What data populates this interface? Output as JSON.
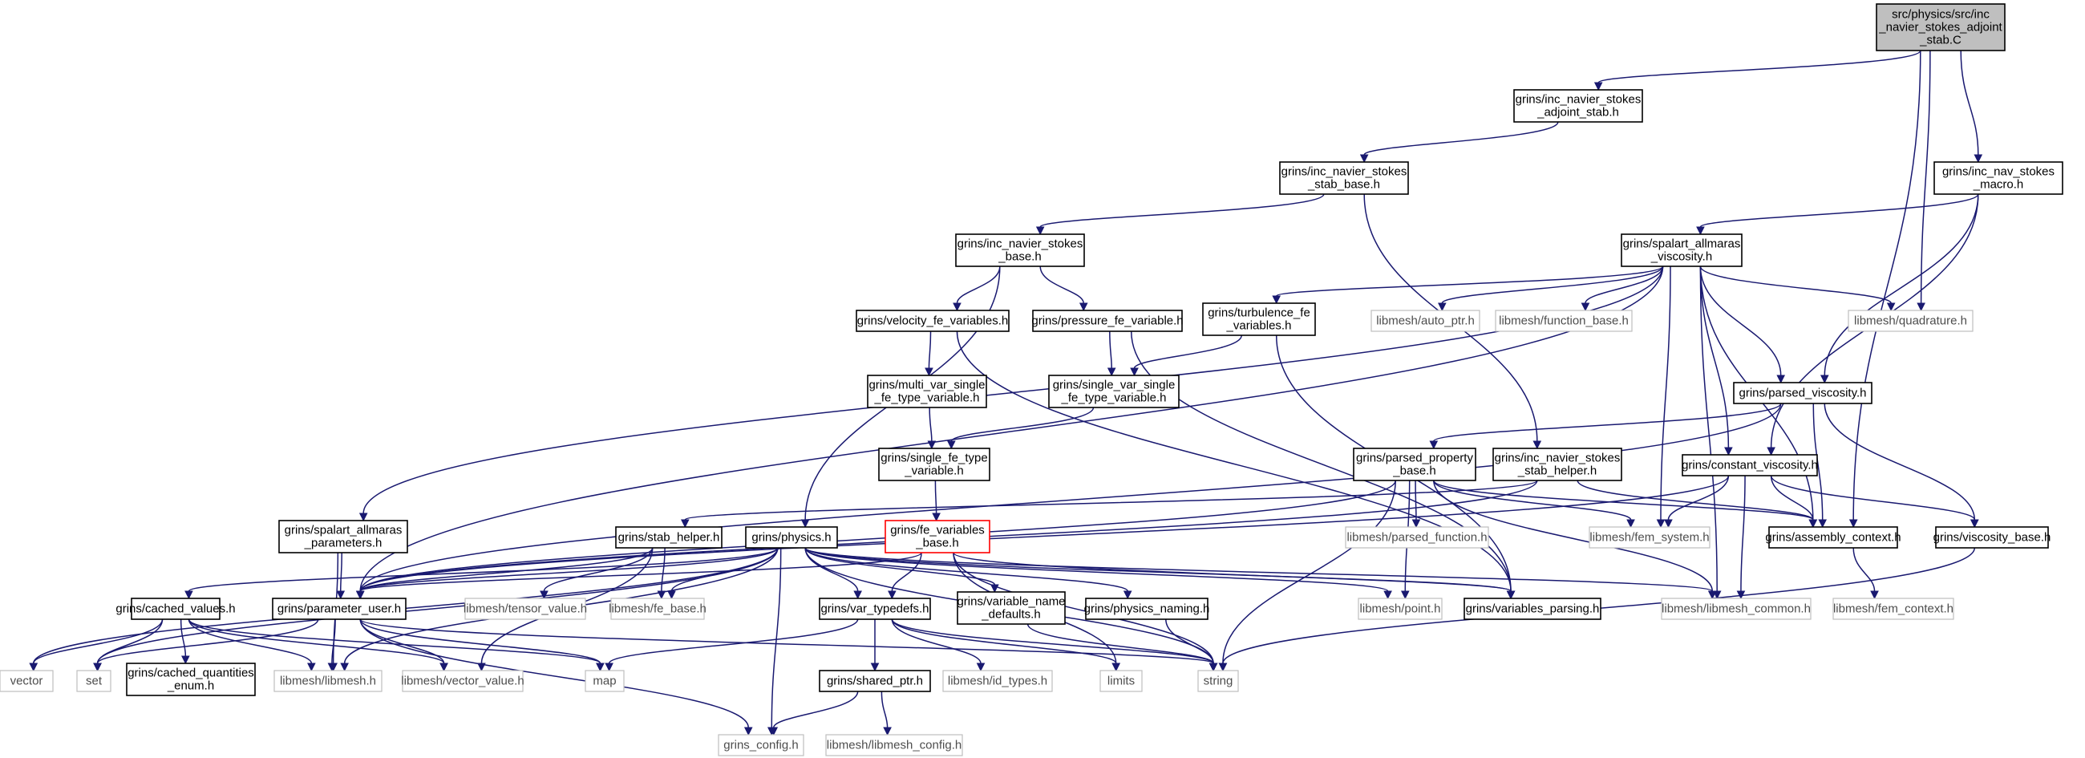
{
  "graph": {
    "nodes": [
      {
        "id": "root",
        "lines": [
          "src/physics/src/inc",
          "_navier_stokes_adjoint",
          "_stab.C"
        ],
        "kind": "root"
      },
      {
        "id": "adj",
        "lines": [
          "grins/inc_navier_stokes",
          "_adjoint_stab.h"
        ],
        "kind": "doc"
      },
      {
        "id": "stabbase",
        "lines": [
          "grins/inc_navier_stokes",
          "_stab_base.h"
        ],
        "kind": "doc"
      },
      {
        "id": "macro",
        "lines": [
          "grins/inc_nav_stokes",
          "_macro.h"
        ],
        "kind": "doc"
      },
      {
        "id": "nsbase",
        "lines": [
          "grins/inc_navier_stokes",
          "_base.h"
        ],
        "kind": "doc"
      },
      {
        "id": "savisc",
        "lines": [
          "grins/spalart_allmaras",
          "_viscosity.h"
        ],
        "kind": "doc"
      },
      {
        "id": "velfe",
        "lines": [
          "grins/velocity_fe_variables.h"
        ],
        "kind": "doc"
      },
      {
        "id": "presfe",
        "lines": [
          "grins/pressure_fe_variable.h"
        ],
        "kind": "doc"
      },
      {
        "id": "turbfe",
        "lines": [
          "grins/turbulence_fe",
          "_variables.h"
        ],
        "kind": "doc"
      },
      {
        "id": "autoptr",
        "lines": [
          "libmesh/auto_ptr.h"
        ],
        "kind": "ext"
      },
      {
        "id": "funcbase",
        "lines": [
          "libmesh/function_base.h"
        ],
        "kind": "ext"
      },
      {
        "id": "quad",
        "lines": [
          "libmesh/quadrature.h"
        ],
        "kind": "ext"
      },
      {
        "id": "multivar",
        "lines": [
          "grins/multi_var_single",
          "_fe_type_variable.h"
        ],
        "kind": "doc"
      },
      {
        "id": "singlevar",
        "lines": [
          "grins/single_var_single",
          "_fe_type_variable.h"
        ],
        "kind": "doc"
      },
      {
        "id": "parsedvisc",
        "lines": [
          "grins/parsed_viscosity.h"
        ],
        "kind": "doc"
      },
      {
        "id": "singlefe",
        "lines": [
          "grins/single_fe_type",
          "_variable.h"
        ],
        "kind": "doc"
      },
      {
        "id": "parsedprop",
        "lines": [
          "grins/parsed_property",
          "_base.h"
        ],
        "kind": "doc"
      },
      {
        "id": "stabhelper",
        "lines": [
          "grins/inc_navier_stokes",
          "_stab_helper.h"
        ],
        "kind": "doc"
      },
      {
        "id": "constvisc",
        "lines": [
          "grins/constant_viscosity.h"
        ],
        "kind": "doc"
      },
      {
        "id": "saparams",
        "lines": [
          "grins/spalart_allmaras",
          "_parameters.h"
        ],
        "kind": "doc"
      },
      {
        "id": "stabhelp2",
        "lines": [
          "grins/stab_helper.h"
        ],
        "kind": "doc"
      },
      {
        "id": "physics",
        "lines": [
          "grins/physics.h"
        ],
        "kind": "doc"
      },
      {
        "id": "fevarbase",
        "lines": [
          "grins/fe_variables",
          "_base.h"
        ],
        "kind": "warn"
      },
      {
        "id": "parsedfunc",
        "lines": [
          "libmesh/parsed_function.h"
        ],
        "kind": "ext"
      },
      {
        "id": "femsys",
        "lines": [
          "libmesh/fem_system.h"
        ],
        "kind": "ext"
      },
      {
        "id": "asmctx",
        "lines": [
          "grins/assembly_context.h"
        ],
        "kind": "doc"
      },
      {
        "id": "viscbase",
        "lines": [
          "grins/viscosity_base.h"
        ],
        "kind": "doc"
      },
      {
        "id": "cached",
        "lines": [
          "grins/cached_values.h"
        ],
        "kind": "doc"
      },
      {
        "id": "paramuser",
        "lines": [
          "grins/parameter_user.h"
        ],
        "kind": "doc"
      },
      {
        "id": "tensor",
        "lines": [
          "libmesh/tensor_value.h"
        ],
        "kind": "ext"
      },
      {
        "id": "febase",
        "lines": [
          "libmesh/fe_base.h"
        ],
        "kind": "ext"
      },
      {
        "id": "vartypedefs",
        "lines": [
          "grins/var_typedefs.h"
        ],
        "kind": "doc"
      },
      {
        "id": "varnamedef",
        "lines": [
          "grins/variable_name",
          "_defaults.h"
        ],
        "kind": "doc"
      },
      {
        "id": "physnaming",
        "lines": [
          "grins/physics_naming.h"
        ],
        "kind": "doc"
      },
      {
        "id": "point",
        "lines": [
          "libmesh/point.h"
        ],
        "kind": "ext"
      },
      {
        "id": "varparsing",
        "lines": [
          "grins/variables_parsing.h"
        ],
        "kind": "doc"
      },
      {
        "id": "lmcommon",
        "lines": [
          "libmesh/libmesh_common.h"
        ],
        "kind": "ext"
      },
      {
        "id": "femctx",
        "lines": [
          "libmesh/fem_context.h"
        ],
        "kind": "ext"
      },
      {
        "id": "vector",
        "lines": [
          "vector"
        ],
        "kind": "ext"
      },
      {
        "id": "set",
        "lines": [
          "set"
        ],
        "kind": "ext"
      },
      {
        "id": "cachedenum",
        "lines": [
          "grins/cached_quantities",
          "_enum.h"
        ],
        "kind": "doc"
      },
      {
        "id": "libmesh",
        "lines": [
          "libmesh/libmesh.h"
        ],
        "kind": "ext"
      },
      {
        "id": "vecval",
        "lines": [
          "libmesh/vector_value.h"
        ],
        "kind": "ext"
      },
      {
        "id": "map",
        "lines": [
          "map"
        ],
        "kind": "ext"
      },
      {
        "id": "sharedptr",
        "lines": [
          "grins/shared_ptr.h"
        ],
        "kind": "doc"
      },
      {
        "id": "idtypes",
        "lines": [
          "libmesh/id_types.h"
        ],
        "kind": "ext"
      },
      {
        "id": "limits",
        "lines": [
          "limits"
        ],
        "kind": "ext"
      },
      {
        "id": "string",
        "lines": [
          "string"
        ],
        "kind": "ext"
      },
      {
        "id": "grinsconfig",
        "lines": [
          "grins_config.h"
        ],
        "kind": "ext"
      },
      {
        "id": "lmconfig",
        "lines": [
          "libmesh/libmesh_config.h"
        ],
        "kind": "ext"
      }
    ],
    "edges": [
      [
        "root",
        "adj"
      ],
      [
        "root",
        "macro"
      ],
      [
        "root",
        "quad"
      ],
      [
        "root",
        "asmctx"
      ],
      [
        "adj",
        "stabbase"
      ],
      [
        "stabbase",
        "nsbase"
      ],
      [
        "stabbase",
        "stabhelper"
      ],
      [
        "macro",
        "savisc"
      ],
      [
        "macro",
        "parsedvisc"
      ],
      [
        "macro",
        "constvisc"
      ],
      [
        "nsbase",
        "velfe"
      ],
      [
        "nsbase",
        "presfe"
      ],
      [
        "nsbase",
        "physics"
      ],
      [
        "savisc",
        "turbfe"
      ],
      [
        "savisc",
        "autoptr"
      ],
      [
        "savisc",
        "funcbase"
      ],
      [
        "savisc",
        "quad"
      ],
      [
        "savisc",
        "parsedvisc"
      ],
      [
        "savisc",
        "constvisc"
      ],
      [
        "savisc",
        "asmctx"
      ],
      [
        "savisc",
        "femsys"
      ],
      [
        "savisc",
        "lmcommon"
      ],
      [
        "savisc",
        "saparams"
      ],
      [
        "savisc",
        "paramuser"
      ],
      [
        "velfe",
        "multivar"
      ],
      [
        "velfe",
        "varparsing"
      ],
      [
        "presfe",
        "singlevar"
      ],
      [
        "presfe",
        "varparsing"
      ],
      [
        "turbfe",
        "singlevar"
      ],
      [
        "turbfe",
        "varparsing"
      ],
      [
        "multivar",
        "singlefe"
      ],
      [
        "singlevar",
        "singlefe"
      ],
      [
        "singlefe",
        "fevarbase"
      ],
      [
        "parsedvisc",
        "parsedprop"
      ],
      [
        "parsedvisc",
        "asmctx"
      ],
      [
        "parsedvisc",
        "viscbase"
      ],
      [
        "parsedvisc",
        "paramuser"
      ],
      [
        "parsedprop",
        "parsedfunc"
      ],
      [
        "parsedprop",
        "femsys"
      ],
      [
        "parsedprop",
        "lmcommon"
      ],
      [
        "parsedprop",
        "point"
      ],
      [
        "parsedprop",
        "string"
      ],
      [
        "parsedprop",
        "paramuser"
      ],
      [
        "parsedprop",
        "asmctx"
      ],
      [
        "stabhelper",
        "asmctx"
      ],
      [
        "stabhelper",
        "paramuser"
      ],
      [
        "stabhelper",
        "stabhelp2"
      ],
      [
        "constvisc",
        "femsys"
      ],
      [
        "constvisc",
        "asmctx"
      ],
      [
        "constvisc",
        "viscbase"
      ],
      [
        "constvisc",
        "lmcommon"
      ],
      [
        "constvisc",
        "paramuser"
      ],
      [
        "saparams",
        "paramuser"
      ],
      [
        "saparams",
        "libmesh"
      ],
      [
        "stabhelp2",
        "paramuser"
      ],
      [
        "stabhelp2",
        "tensor"
      ],
      [
        "stabhelp2",
        "febase"
      ],
      [
        "stabhelp2",
        "vecval"
      ],
      [
        "physics",
        "paramuser"
      ],
      [
        "physics",
        "cached"
      ],
      [
        "physics",
        "febase"
      ],
      [
        "physics",
        "vartypedefs"
      ],
      [
        "physics",
        "varnamedef"
      ],
      [
        "physics",
        "physnaming"
      ],
      [
        "physics",
        "point"
      ],
      [
        "physics",
        "varparsing"
      ],
      [
        "physics",
        "lmcommon"
      ],
      [
        "physics",
        "grinsconfig"
      ],
      [
        "physics",
        "vector"
      ],
      [
        "physics",
        "set"
      ],
      [
        "physics",
        "libmesh"
      ],
      [
        "physics",
        "string"
      ],
      [
        "fevarbase",
        "vartypedefs"
      ],
      [
        "fevarbase",
        "paramuser"
      ],
      [
        "fevarbase",
        "varparsing"
      ],
      [
        "fevarbase",
        "string"
      ],
      [
        "fevarbase",
        "limits"
      ],
      [
        "asmctx",
        "femctx"
      ],
      [
        "viscbase",
        "string"
      ],
      [
        "cached",
        "vector"
      ],
      [
        "cached",
        "set"
      ],
      [
        "cached",
        "cachedenum"
      ],
      [
        "cached",
        "libmesh"
      ],
      [
        "cached",
        "vecval"
      ],
      [
        "cached",
        "map"
      ],
      [
        "paramuser",
        "set"
      ],
      [
        "paramuser",
        "libmesh"
      ],
      [
        "paramuser",
        "vecval"
      ],
      [
        "paramuser",
        "map"
      ],
      [
        "paramuser",
        "string"
      ],
      [
        "paramuser",
        "grinsconfig"
      ],
      [
        "vartypedefs",
        "sharedptr"
      ],
      [
        "vartypedefs",
        "map"
      ],
      [
        "vartypedefs",
        "idtypes"
      ],
      [
        "vartypedefs",
        "limits"
      ],
      [
        "vartypedefs",
        "string"
      ],
      [
        "varnamedef",
        "string"
      ],
      [
        "physnaming",
        "string"
      ],
      [
        "sharedptr",
        "grinsconfig"
      ],
      [
        "sharedptr",
        "lmconfig"
      ]
    ]
  }
}
